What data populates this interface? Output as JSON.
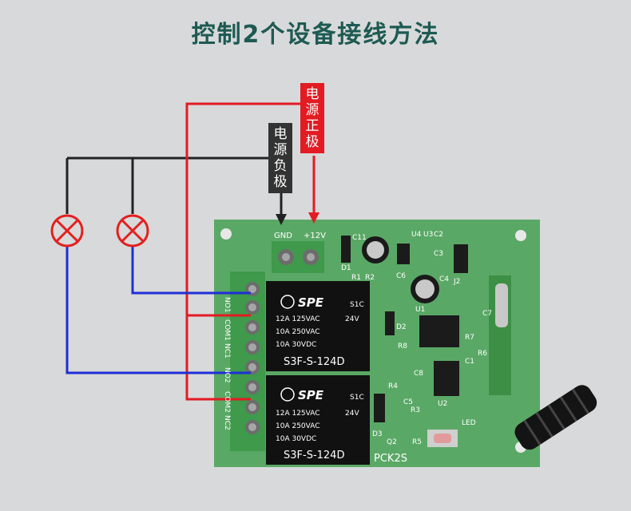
{
  "title": "控制2个设备接线方法",
  "labels": {
    "power_positive": "电源正极",
    "power_negative": "电源负极"
  },
  "board": {
    "gnd_label": "GND",
    "v12_label": "+12V",
    "model": "PCK2S",
    "led_label": "LED",
    "terminal_labels": [
      "NO1",
      "COM1",
      "NC1",
      "NO2",
      "COM2",
      "NC2"
    ],
    "components": [
      "C11",
      "D1",
      "U4",
      "U3",
      "C2",
      "C3",
      "C6",
      "R1",
      "R2",
      "C4",
      "J2",
      "D2",
      "R8",
      "U1",
      "R7",
      "R6",
      "C1",
      "R4",
      "C8",
      "U2",
      "C5",
      "R3",
      "D3",
      "Q2",
      "R5",
      "C7"
    ]
  },
  "relay": {
    "brand": "SPE",
    "code": "S1C",
    "voltage": "24V",
    "model_top": "S3F-S-124D",
    "model_bottom": "S3F-S-124D",
    "ratings": [
      "12A 125VAC",
      "10A 250VAC",
      "10A 30VDC"
    ]
  },
  "colors": {
    "title": "#1d5a52",
    "positive": "#e31b23",
    "negative": "#222222",
    "load": "#1f2fd6",
    "pcb": "#5aa866",
    "lamp": "#e3201f"
  }
}
